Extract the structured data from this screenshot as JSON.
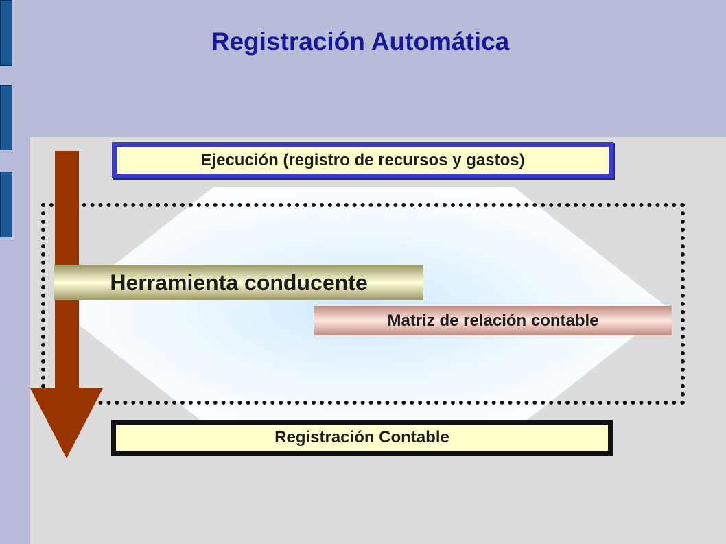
{
  "slide": {
    "title": "Registración Automática"
  },
  "diagram": {
    "top_box": "Ejecución (registro de recursos y gastos)",
    "tool_box": "Herramienta conducente",
    "matrix_box": "Matriz de relación contable",
    "bottom_box": "Registración Contable"
  },
  "colors": {
    "title": "#17179a",
    "top_background": "#b8bcd8",
    "main_background": "#dcdcdc",
    "side_tabs": "#1a5a96",
    "arrow": "#993300",
    "box_fill": "#ffffcc",
    "top_box_border": "#3a3ad8",
    "bottom_box_border": "#111111"
  }
}
